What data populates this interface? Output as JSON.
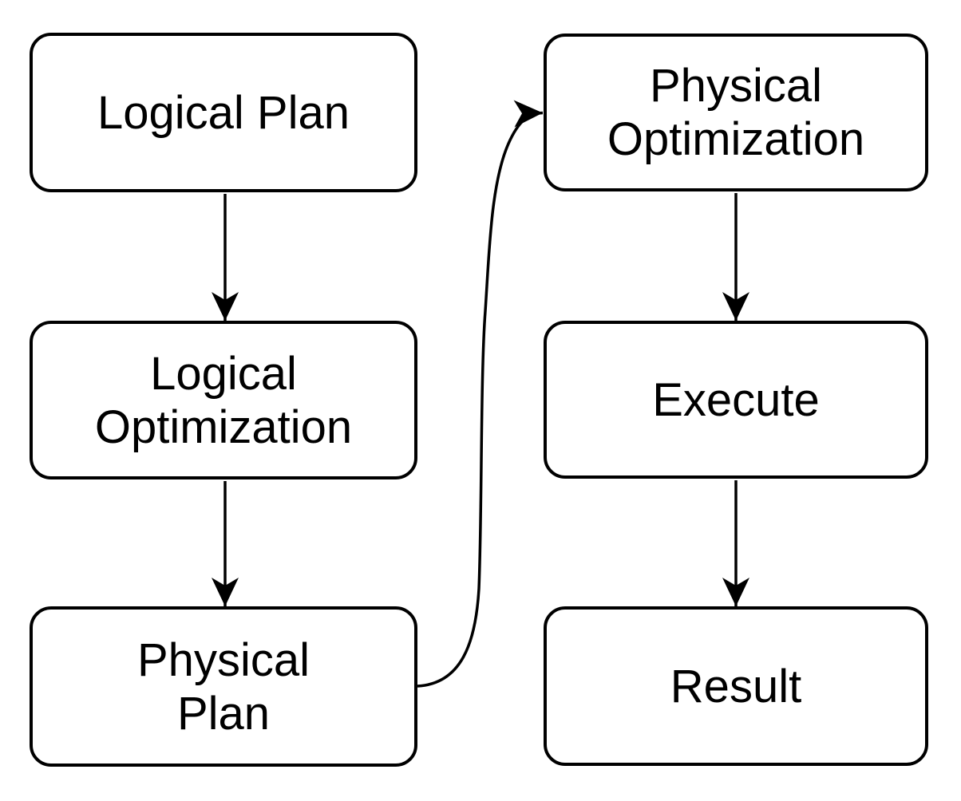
{
  "diagram": {
    "colors": {
      "background": "#ffffff",
      "node_fill": "#ffffff",
      "stroke": "#000000",
      "text": "#000000"
    },
    "nodes": [
      {
        "id": "logical-plan",
        "label": "Logical Plan"
      },
      {
        "id": "logical-optimization",
        "label": "Logical\nOptimization"
      },
      {
        "id": "physical-plan",
        "label": "Physical\nPlan"
      },
      {
        "id": "physical-optimization",
        "label": "Physical\nOptimization"
      },
      {
        "id": "execute",
        "label": "Execute"
      },
      {
        "id": "result",
        "label": "Result"
      }
    ],
    "edges": [
      {
        "from": "logical-plan",
        "to": "logical-optimization",
        "style": "straight-down"
      },
      {
        "from": "logical-optimization",
        "to": "physical-plan",
        "style": "straight-down"
      },
      {
        "from": "physical-plan",
        "to": "physical-optimization",
        "style": "curved-up-right"
      },
      {
        "from": "physical-optimization",
        "to": "execute",
        "style": "straight-down"
      },
      {
        "from": "execute",
        "to": "result",
        "style": "straight-down"
      }
    ]
  }
}
